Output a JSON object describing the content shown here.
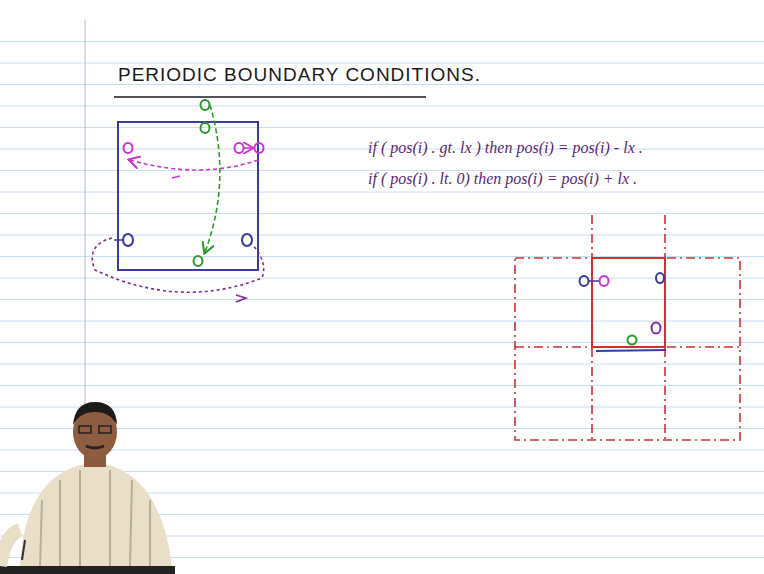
{
  "diagram": {
    "title": "PERIODIC BOUNDARY CONDITIONS.",
    "labels": [
      "if ( pos(i) . gt. lx ) then pos(i) = pos(i) - lx .",
      "if ( pos(i) . lt. 0) then pos(i) = pos(i) + lx ."
    ]
  }
}
